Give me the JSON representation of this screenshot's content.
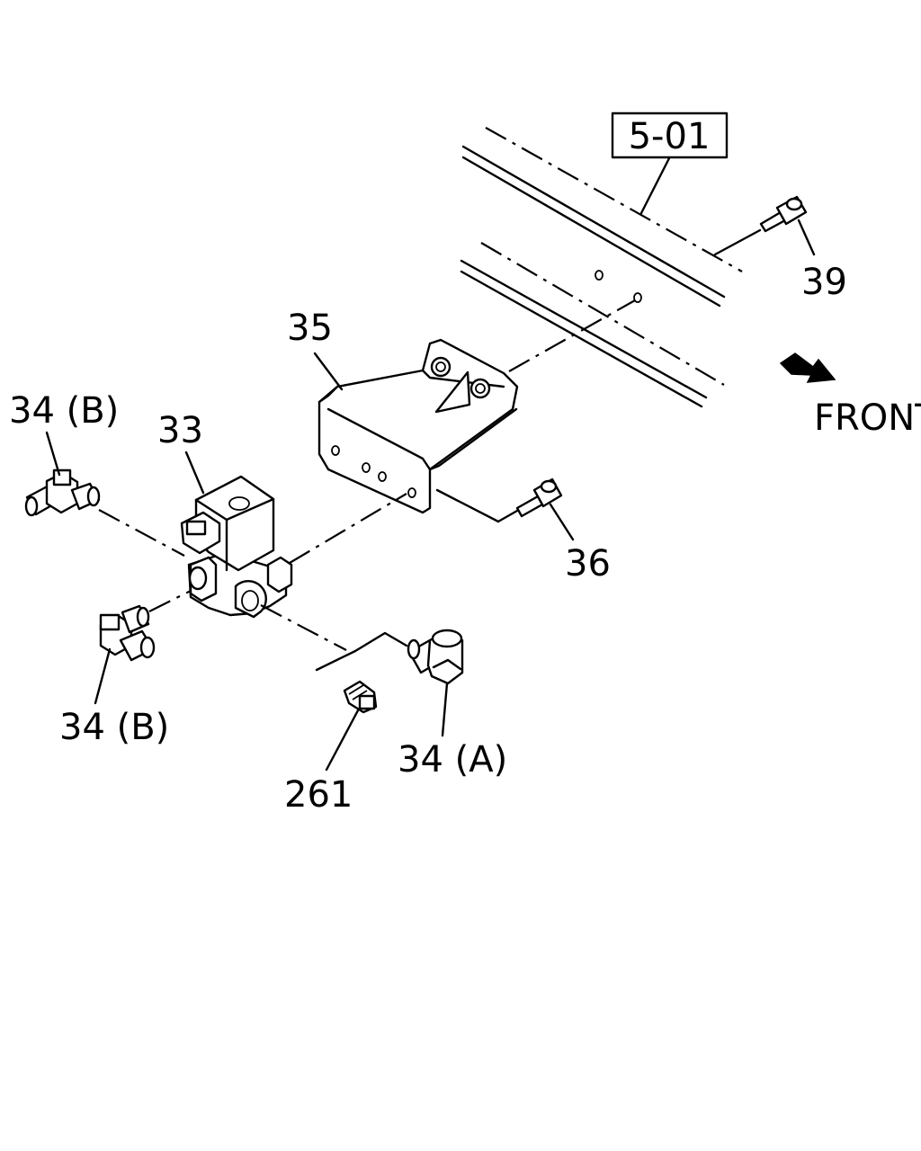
{
  "reference_box": "5-01",
  "direction_label": "FRONT",
  "colors": {
    "ink": "#000000",
    "paper": "#ffffff"
  },
  "callouts": {
    "p39": "39",
    "p35": "35",
    "p33": "33",
    "p34b_top": "34 (B)",
    "p36": "36",
    "p34b_bottom": "34 (B)",
    "p34a": "34 (A)",
    "p261": "261"
  }
}
